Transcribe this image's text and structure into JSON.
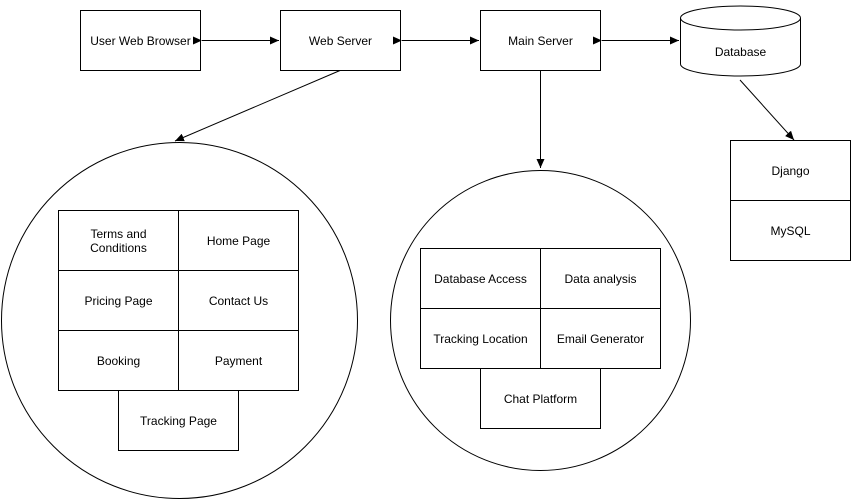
{
  "nodes": {
    "browser": "User Web Browser",
    "web_server": "Web Server",
    "main_server": "Main Server",
    "database": "Database",
    "django": "Django",
    "mysql": "MySQL"
  },
  "web_pages": {
    "terms": "Terms and Conditions",
    "home": "Home Page",
    "pricing": "Pricing Page",
    "contact": "Contact Us",
    "booking": "Booking",
    "payment": "Payment",
    "tracking": "Tracking Page"
  },
  "server_modules": {
    "db_access": "Database Access",
    "data_analysis": "Data analysis",
    "tracking_location": "Tracking Location",
    "email_generator": "Email Generator",
    "chat_platform": "Chat Platform"
  },
  "colors": {
    "stroke": "#000000",
    "fill": "#ffffff"
  }
}
